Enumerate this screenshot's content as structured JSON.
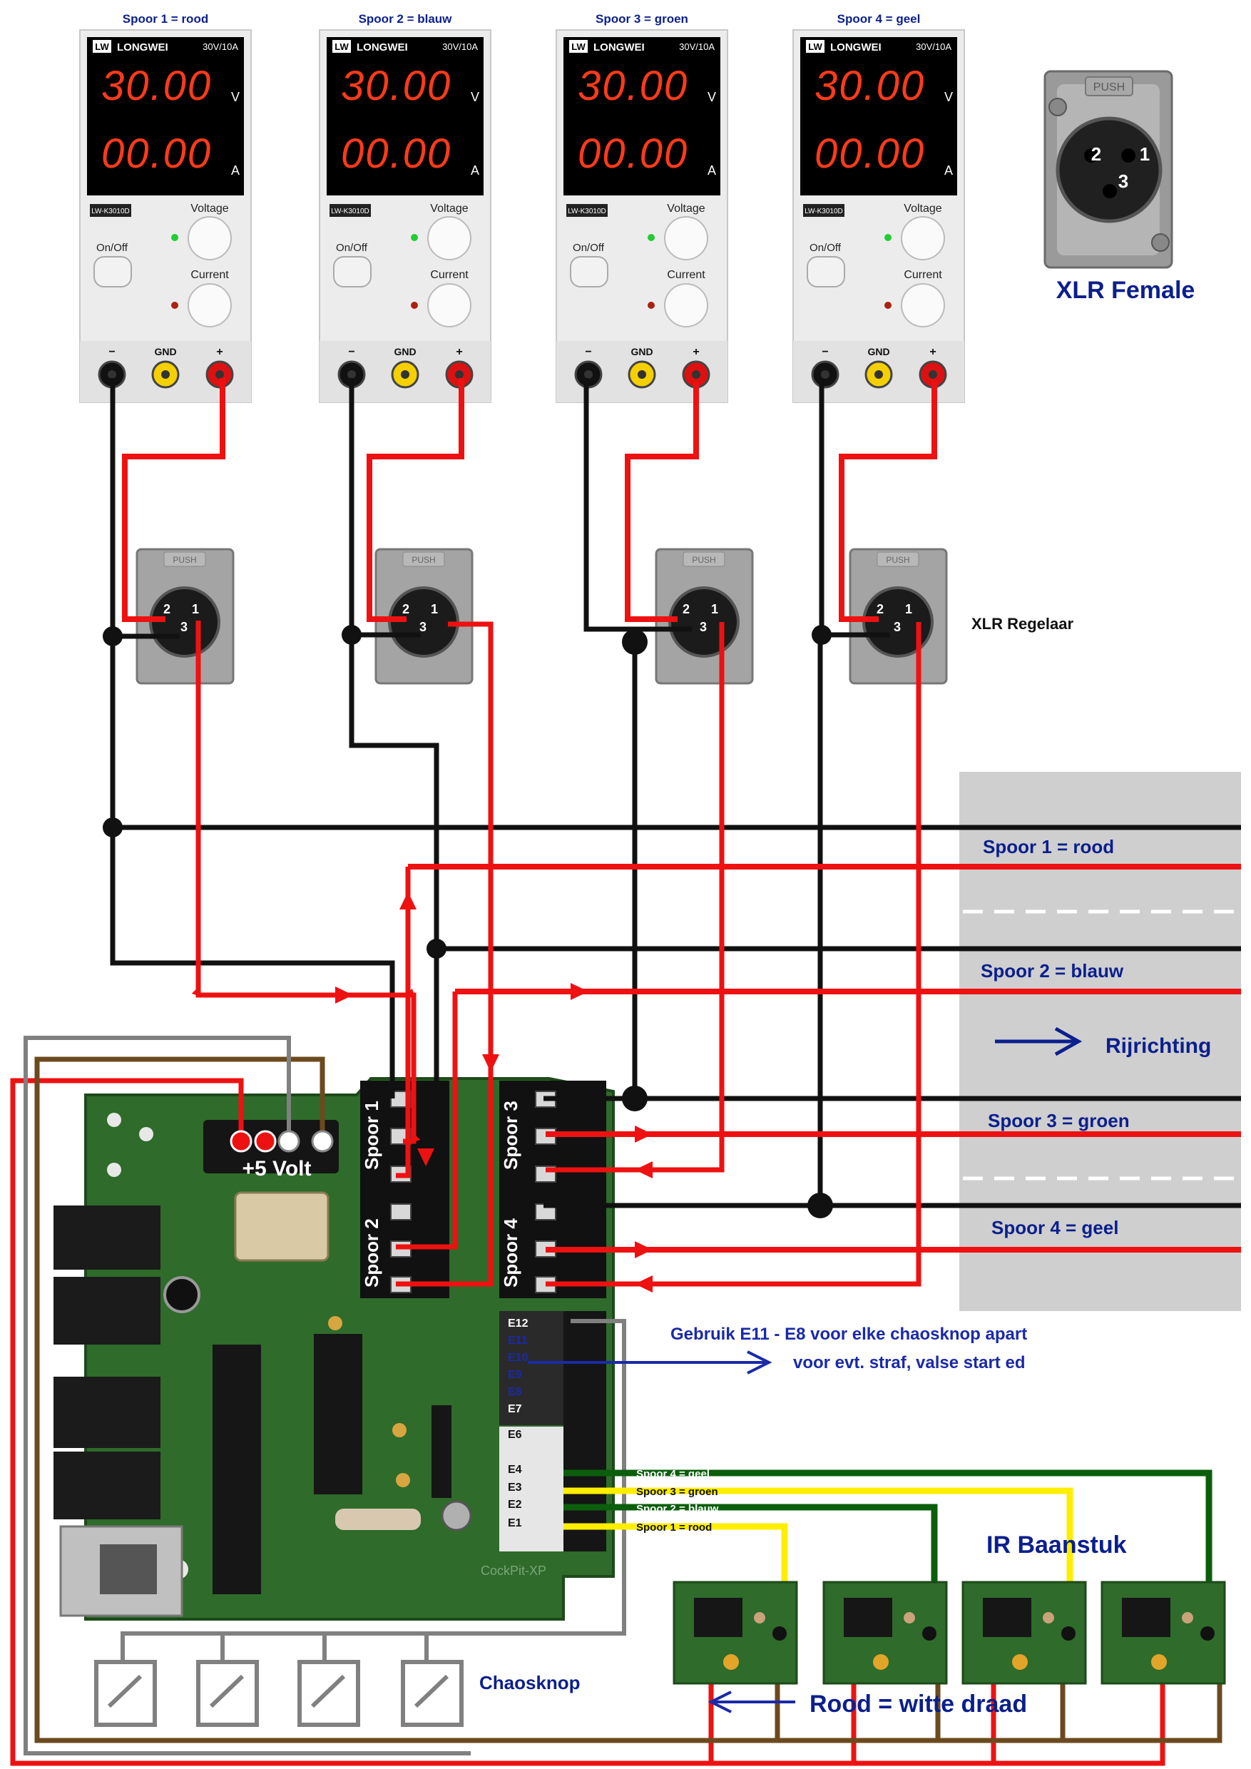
{
  "colors": {
    "rood": "#ee1111",
    "zwart": "#111111",
    "blauw": "#1a2aa8",
    "groen": "#0b5e0b",
    "geel": "#ffee00",
    "bruin": "#6b4a1e",
    "grijs": "#808080",
    "baan": "#cfcfcf",
    "pcb": "#2f6b2a",
    "tekst_blauw": "#0b1f8c"
  },
  "voedingen": [
    {
      "titel": "Spoor 1 = rood",
      "merk": "LONGWEI",
      "logo": "LW",
      "rating": "30V/10A",
      "volt": "30.00",
      "amp": "00.00",
      "volt_unit": "V",
      "amp_unit": "A",
      "model": "LW-K3010D",
      "voltage_label": "Voltage",
      "current_label": "Current",
      "onoff_label": "On/Off",
      "min_label": "−",
      "gnd_label": "GND",
      "plus_label": "+"
    },
    {
      "titel": "Spoor 2 = blauw",
      "merk": "LONGWEI",
      "logo": "LW",
      "rating": "30V/10A",
      "volt": "30.00",
      "amp": "00.00",
      "volt_unit": "V",
      "amp_unit": "A",
      "model": "LW-K3010D",
      "voltage_label": "Voltage",
      "current_label": "Current",
      "onoff_label": "On/Off",
      "min_label": "−",
      "gnd_label": "GND",
      "plus_label": "+"
    },
    {
      "titel": "Spoor 3 = groen",
      "merk": "LONGWEI",
      "logo": "LW",
      "rating": "30V/10A",
      "volt": "30.00",
      "amp": "00.00",
      "volt_unit": "V",
      "amp_unit": "A",
      "model": "LW-K3010D",
      "voltage_label": "Voltage",
      "current_label": "Current",
      "onoff_label": "On/Off",
      "min_label": "−",
      "gnd_label": "GND",
      "plus_label": "+"
    },
    {
      "titel": "Spoor 4 = geel",
      "merk": "LONGWEI",
      "logo": "LW",
      "rating": "30V/10A",
      "volt": "30.00",
      "amp": "00.00",
      "volt_unit": "V",
      "amp_unit": "A",
      "model": "LW-K3010D",
      "voltage_label": "Voltage",
      "current_label": "Current",
      "onoff_label": "On/Off",
      "min_label": "−",
      "gnd_label": "GND",
      "plus_label": "+"
    }
  ],
  "xlr_female": {
    "label": "XLR Female",
    "push": "PUSH",
    "pins": [
      "2",
      "1",
      "3"
    ]
  },
  "xlr_regelaar": {
    "label": "XLR Regelaar",
    "push": "PUSH",
    "pins": [
      "2",
      "1",
      "3"
    ]
  },
  "baan": {
    "sporen": [
      "Spoor 1 = rood",
      "Spoor 2 = blauw",
      "Spoor 3 = groen",
      "Spoor 4 = geel"
    ],
    "rijrichting": "Rijrichting"
  },
  "board": {
    "volt_label": "+5 Volt",
    "connector_labels": [
      "Spoor 1",
      "Spoor 2",
      "Spoor 3",
      "Spoor 4"
    ],
    "e_labels": [
      "E12",
      "E11",
      "E10",
      "E9",
      "E8",
      "E7",
      "E6",
      "E4",
      "E3",
      "E2",
      "E1"
    ],
    "silkscreen": "CockPit-XP"
  },
  "note": {
    "line1": "Gebruik E11 - E8 voor elke chaosknop apart",
    "line2": "voor evt. straf, valse start ed"
  },
  "ir_wires": [
    "Spoor 4 = geel",
    "Spoor 3 = groen",
    "Spoor 2 = blauw",
    "Spoor 1 = rood"
  ],
  "ir_label": "IR Baanstuk",
  "chaosknop_label": "Chaosknop",
  "rood_label": "Rood = witte draad"
}
